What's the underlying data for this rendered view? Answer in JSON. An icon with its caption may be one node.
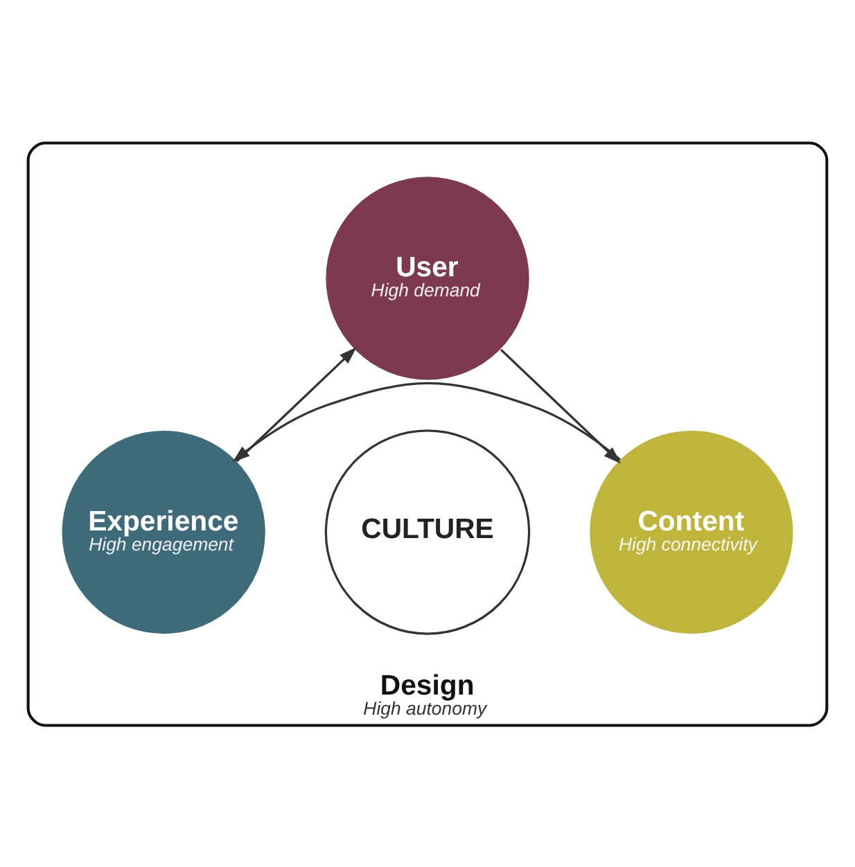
{
  "diagram": {
    "nodes": [
      {
        "text": [
          "Design",
          "High autonomy"
        ]
      },
      {
        "text": [
          "User",
          "High demand"
        ],
        "in": 0
      },
      {
        "text": [
          "CULTURE"
        ],
        "in": 0
      },
      {
        "text": [
          "Experience",
          "High engagement"
        ],
        "in": 0
      },
      {
        "text": [
          "Content",
          "High connectivity"
        ],
        "in": 0
      }
    ],
    "edges": [
      {
        "from": 1,
        "to": 4,
        "arrow": "to"
      },
      {
        "from": 4,
        "to": 3,
        "arrow": "to"
      },
      {
        "from": 3,
        "to": 1,
        "arrow": "to"
      }
    ]
  }
}
